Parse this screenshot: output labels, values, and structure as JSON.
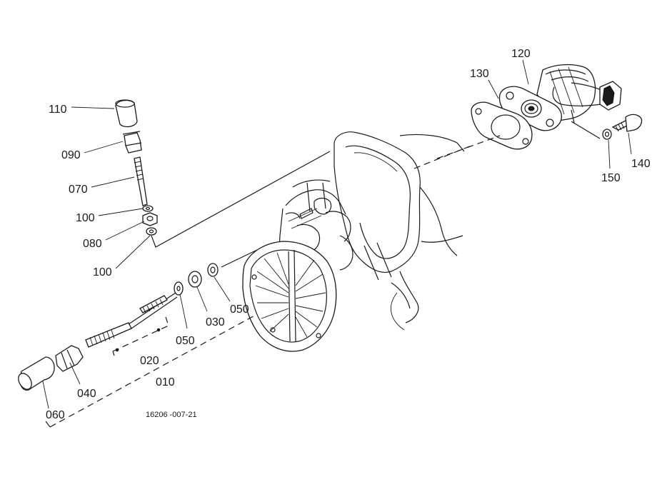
{
  "diagram": {
    "drawing_code": "16206 -007-21",
    "callouts": {
      "p010": "010",
      "p020": "020",
      "p030": "030",
      "p040": "040",
      "p050a": "050",
      "p050b": "050",
      "p060": "060",
      "p070": "070",
      "p080": "080",
      "p090": "090",
      "p100a": "100",
      "p100b": "100",
      "p110": "110",
      "p120": "120",
      "p130": "130",
      "p140": "140",
      "p150": "150"
    }
  }
}
